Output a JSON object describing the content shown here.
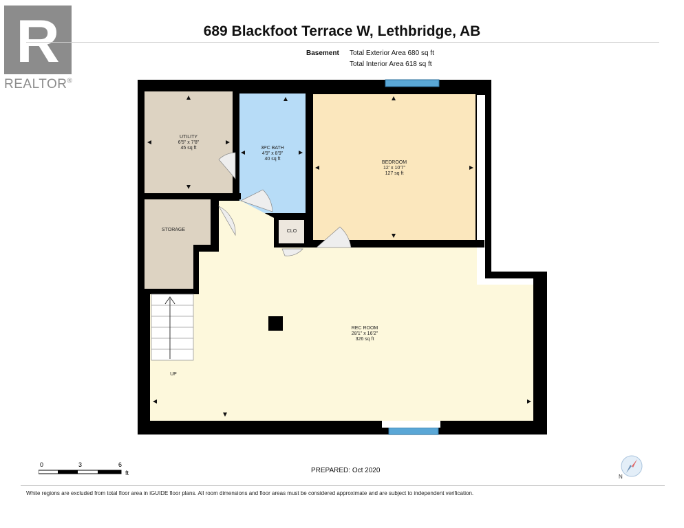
{
  "logo": {
    "letter": "R",
    "wordmark": "REALTOR",
    "trademark": "®"
  },
  "title": "689 Blackfoot Terrace W, Lethbridge, AB",
  "floor": {
    "level_label": "Basement",
    "exterior_area": "Total Exterior Area 680 sq ft",
    "interior_area": "Total Interior Area 618 sq ft"
  },
  "rooms": {
    "utility": {
      "name": "UTILITY",
      "dims": "6'5\" x 7'8\"",
      "area": "45 sq ft"
    },
    "bath": {
      "name": "3PC BATH",
      "dims": "4'9\" x 8'9\"",
      "area": "40 sq ft"
    },
    "bedroom": {
      "name": "BEDROOM",
      "dims": "12' x 10'7\"",
      "area": "127 sq ft"
    },
    "storage": {
      "name": "STORAGE"
    },
    "closet": {
      "name": "CLO"
    },
    "rec": {
      "name": "REC ROOM",
      "dims": "28'1\" x 16'2\"",
      "area": "326 sq ft"
    },
    "stairs": {
      "label": "UP"
    }
  },
  "scale": {
    "ticks": [
      "0",
      "3",
      "6"
    ],
    "unit": "ft"
  },
  "prepared": "PREPARED: Oct 2020",
  "compass": {
    "label": "N"
  },
  "disclaimer": "White regions are excluded from total floor area in iGUIDE floor plans. All room dimensions and floor areas must be considered approximate and are subject to independent verification.",
  "colors": {
    "wall": "#000000",
    "utility_fill": "#ddd3c2",
    "storage_fill": "#ddd3c2",
    "bath_fill": "#b7dcf7",
    "bedroom_fill": "#fbe7bd",
    "rec_fill": "#fdf8dc",
    "closet_fill": "#ede7de",
    "window": "#5aa7d6",
    "logo_gray": "#8c8c8c"
  }
}
